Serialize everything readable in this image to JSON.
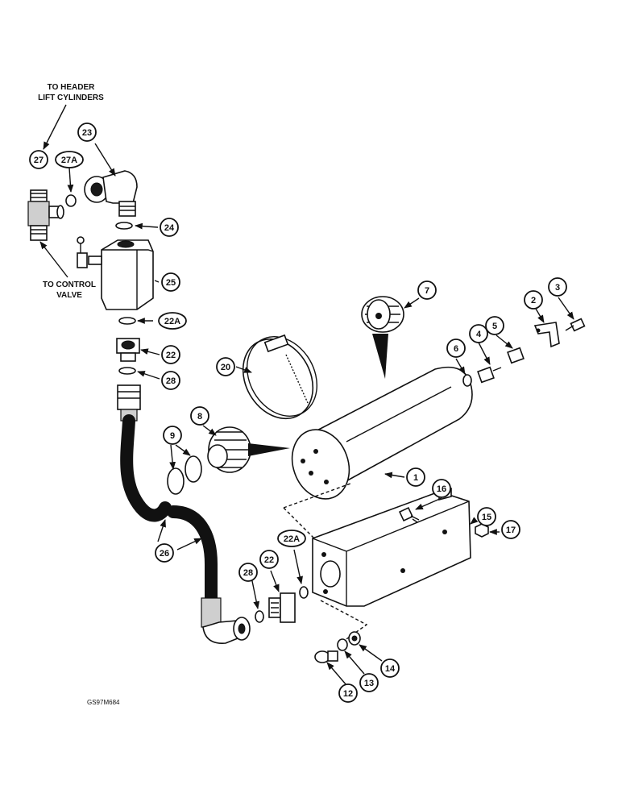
{
  "notes": {
    "to_header_line1": "TO HEADER",
    "to_header_line2": "LIFT CYLINDERS",
    "to_control_line1": "TO CONTROL",
    "to_control_line2": "VALVE"
  },
  "figure_ref": "GS97M684",
  "callouts": [
    {
      "id": "c27",
      "label": "27"
    },
    {
      "id": "c27a",
      "label": "27A"
    },
    {
      "id": "c23",
      "label": "23"
    },
    {
      "id": "c24",
      "label": "24"
    },
    {
      "id": "c25",
      "label": "25"
    },
    {
      "id": "c22a-top",
      "label": "22A"
    },
    {
      "id": "c22-top",
      "label": "22"
    },
    {
      "id": "c28-top",
      "label": "28"
    },
    {
      "id": "c7",
      "label": "7"
    },
    {
      "id": "c2",
      "label": "2"
    },
    {
      "id": "c3",
      "label": "3"
    },
    {
      "id": "c4",
      "label": "4"
    },
    {
      "id": "c5",
      "label": "5"
    },
    {
      "id": "c6",
      "label": "6"
    },
    {
      "id": "c20",
      "label": "20"
    },
    {
      "id": "c8",
      "label": "8"
    },
    {
      "id": "c9",
      "label": "9"
    },
    {
      "id": "c1",
      "label": "1"
    },
    {
      "id": "c16",
      "label": "16"
    },
    {
      "id": "c15",
      "label": "15"
    },
    {
      "id": "c17",
      "label": "17"
    },
    {
      "id": "c26",
      "label": "26"
    },
    {
      "id": "c22a-bot",
      "label": "22A"
    },
    {
      "id": "c22-bot",
      "label": "22"
    },
    {
      "id": "c28-bot",
      "label": "28"
    },
    {
      "id": "c14",
      "label": "14"
    },
    {
      "id": "c13",
      "label": "13"
    },
    {
      "id": "c12",
      "label": "12"
    }
  ]
}
